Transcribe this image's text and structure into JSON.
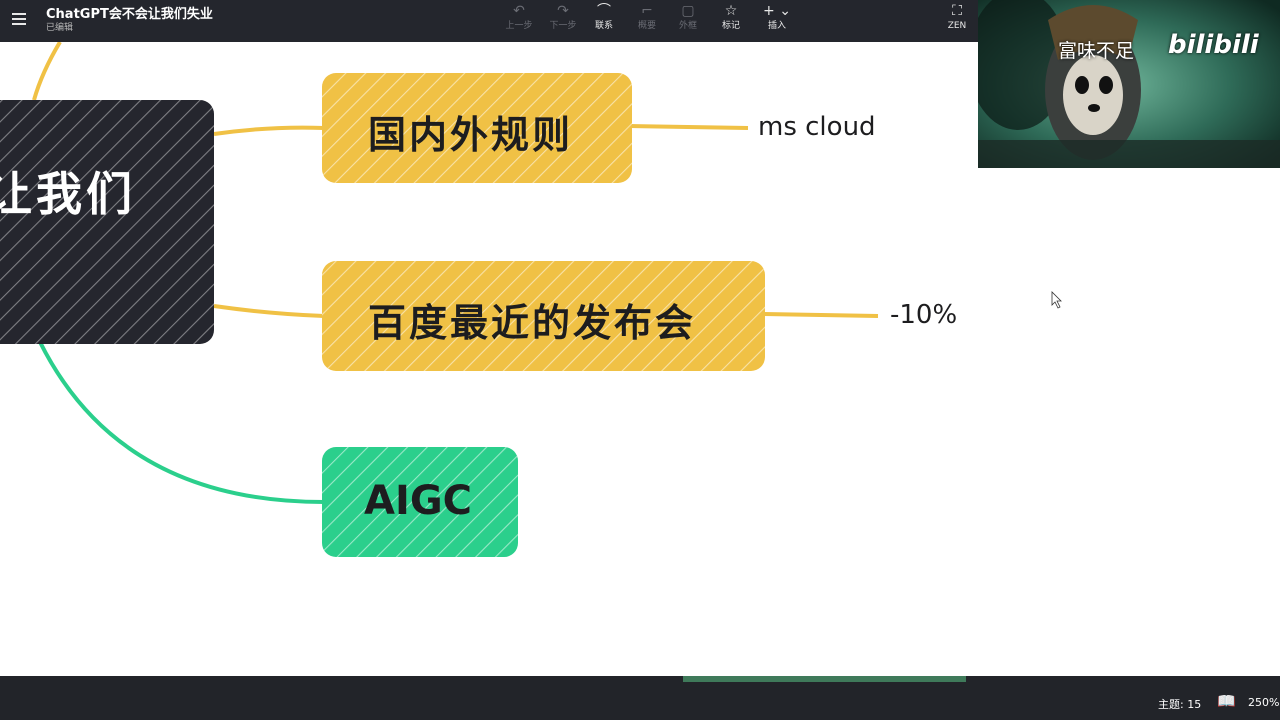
{
  "window": {
    "title": "ChatGPT会不会让我们失业",
    "status": "已编辑"
  },
  "toolbar": {
    "items": [
      {
        "icon": "undo-icon",
        "label": "上一步"
      },
      {
        "icon": "redo-icon",
        "label": "下一步"
      },
      {
        "icon": "link-icon",
        "label": "联系"
      },
      {
        "icon": "summary-icon",
        "label": "概要"
      },
      {
        "icon": "outer-frame-icon",
        "label": "外框"
      },
      {
        "icon": "star-icon",
        "label": "标记"
      },
      {
        "icon": "plus-icon",
        "label": "插入"
      },
      {
        "icon": "fullscreen-icon",
        "label": "ZEN"
      }
    ]
  },
  "mindmap": {
    "root_text": "让我们",
    "nodes": [
      {
        "text": "国内外规则",
        "color": "#f0c145",
        "note": "ms cloud"
      },
      {
        "text": "百度最近的发布会",
        "color": "#f0c145",
        "note": "-10%"
      },
      {
        "text": "AIGC",
        "color": "#2bcf8c",
        "note": ""
      }
    ]
  },
  "video_overlay": {
    "label": "富味不足",
    "logo": "bilibili"
  },
  "status_bar": {
    "topic_count": "主题: 15",
    "zoom": "250%"
  },
  "colors": {
    "root": "#25262e",
    "yellow": "#f0c145",
    "green": "#2bcf8c",
    "topbar": "#24262d"
  }
}
